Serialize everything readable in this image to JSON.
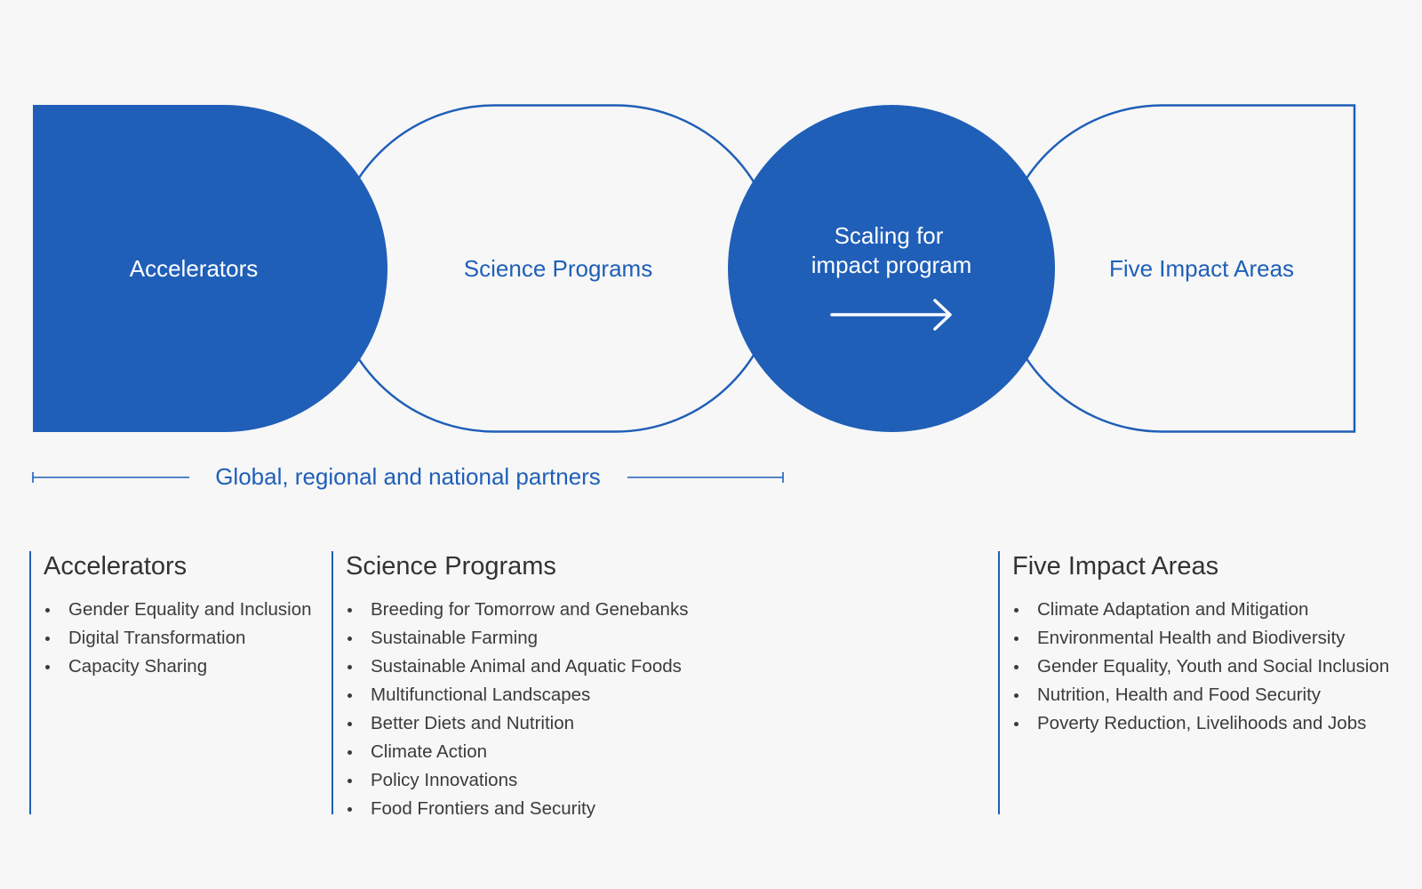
{
  "colors": {
    "primary_blue": "#1f5fb8",
    "background": "#f7f7f7",
    "text_dark": "#333333",
    "white": "#ffffff"
  },
  "diagram": {
    "accelerators": "Accelerators",
    "science_programs": "Science Programs",
    "scaling_line1": "Scaling for",
    "scaling_line2": "impact program",
    "arrow_icon": "right-arrow-icon",
    "impact_areas": "Five Impact Areas",
    "partners": "Global, regional and national partners"
  },
  "columns": [
    {
      "title": "Accelerators",
      "items": [
        "Gender Equality and Inclusion",
        "Digital Transformation",
        "Capacity Sharing"
      ]
    },
    {
      "title": "Science Programs",
      "items": [
        "Breeding for Tomorrow and Genebanks",
        "Sustainable Farming",
        "Sustainable Animal and Aquatic Foods",
        "Multifunctional Landscapes",
        "Better Diets and Nutrition",
        "Climate Action",
        "Policy Innovations",
        "Food Frontiers and Security"
      ]
    },
    {
      "title": "Five Impact Areas",
      "items": [
        "Climate Adaptation and Mitigation",
        "Environmental Health and Biodiversity",
        "Gender Equality, Youth and Social Inclusion",
        "Nutrition, Health and Food Security",
        "Poverty Reduction, Livelihoods and Jobs"
      ]
    }
  ]
}
